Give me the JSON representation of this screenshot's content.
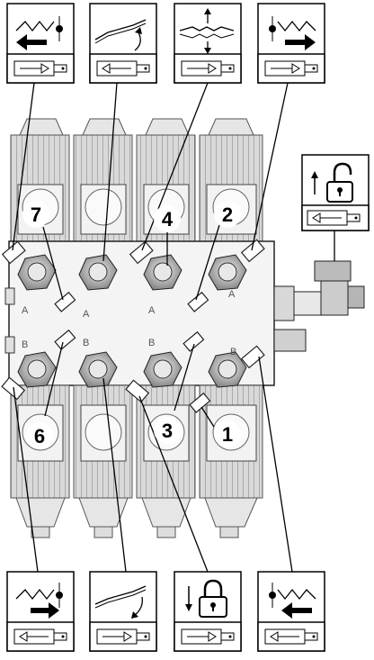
{
  "callouts": {
    "c1": "1",
    "c2": "2",
    "c3": "3",
    "c4": "4",
    "c6": "6",
    "c7": "7"
  },
  "port_labels": {
    "a1": "A",
    "a2": "A",
    "a3": "A",
    "a4": "A",
    "b1": "B",
    "b2": "B",
    "b3": "B",
    "b4": "B"
  },
  "icons": {
    "top": [
      "float-left-icon",
      "tilt-curl-icon",
      "raise-lower-icon",
      "float-right-icon"
    ],
    "right": [
      "unlock-icon"
    ],
    "bottom": [
      "float-right-icon",
      "tilt-dump-icon",
      "lock-icon",
      "float-left-icon"
    ],
    "lever_direction_top": [
      "right",
      "left",
      "right",
      "right"
    ],
    "lever_direction_bottom": [
      "left",
      "right",
      "right",
      "left"
    ]
  },
  "colors": {
    "line": "#000000",
    "shade": "#cfcfcf",
    "background": "#ffffff"
  }
}
